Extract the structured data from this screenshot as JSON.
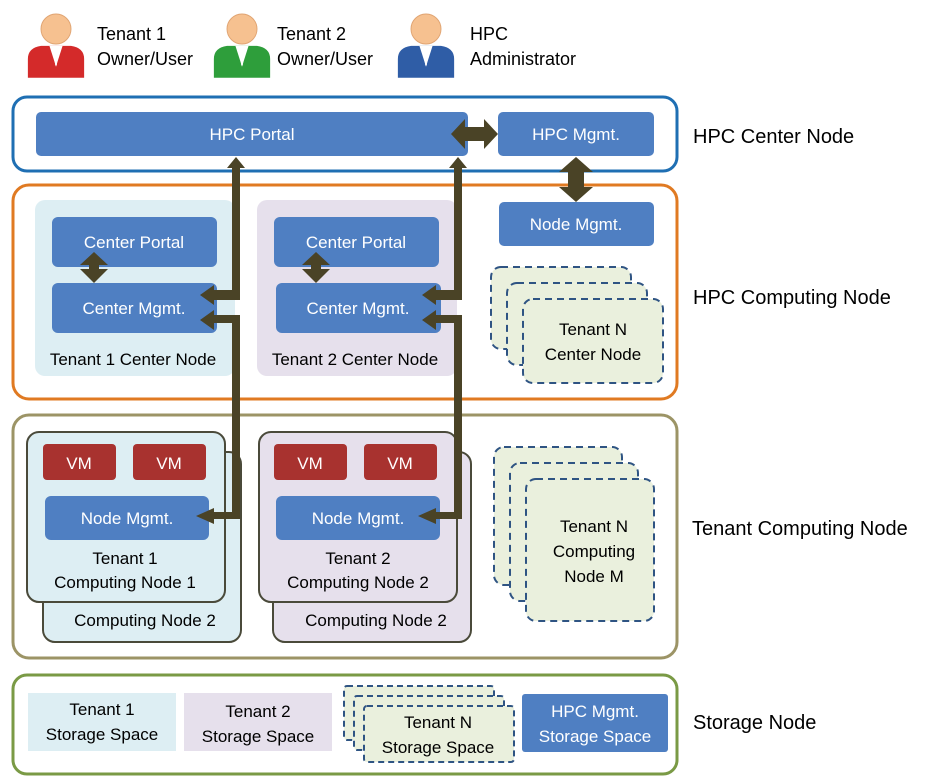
{
  "actors": [
    {
      "line1": "Tenant 1",
      "line2": "Owner/User",
      "color": "#d42a2a"
    },
    {
      "line1": "Tenant 2",
      "line2": "Owner/User",
      "color": "#2e9e3b"
    },
    {
      "line1": "HPC",
      "line2": "Administrator",
      "color": "#2f5da6"
    }
  ],
  "layers": {
    "center": "HPC Center Node",
    "computing": "HPC Computing Node",
    "tenant": "Tenant Computing Node",
    "storage": "Storage Node"
  },
  "center_node": {
    "portal": "HPC Portal",
    "mgmt": "HPC Mgmt."
  },
  "computing_node": {
    "node_mgmt": "Node Mgmt.",
    "tenant1": {
      "portal": "Center Portal",
      "mgmt": "Center Mgmt.",
      "label": "Tenant 1 Center Node"
    },
    "tenant2": {
      "portal": "Center Portal",
      "mgmt": "Center Mgmt.",
      "label": "Tenant 2 Center Node"
    },
    "tenantN": {
      "line1": "Tenant N",
      "line2": "Center Node"
    }
  },
  "tenant_computing": {
    "vm": "VM",
    "node_mgmt": "Node Mgmt.",
    "tenant1": {
      "line1": "Tenant 1",
      "line2": "Computing Node 1",
      "back": "Computing Node 2"
    },
    "tenant2": {
      "line1": "Tenant 2",
      "line2": "Computing Node 2",
      "back": "Computing Node 2"
    },
    "tenantN": {
      "line1": "Tenant N",
      "line2": "Computing",
      "line3": "Node M"
    }
  },
  "storage": {
    "t1": {
      "line1": "Tenant 1",
      "line2": "Storage Space"
    },
    "t2": {
      "line1": "Tenant 2",
      "line2": "Storage Space"
    },
    "tn": {
      "line1": "Tenant N",
      "line2": "Storage Space"
    },
    "hpc": {
      "line1": "HPC Mgmt.",
      "line2": "Storage Space"
    }
  },
  "colors": {
    "blue_box": "#4f7fc2",
    "vm_red": "#a8322f",
    "arrow": "#4a4326",
    "center_border": "#1f6fb3",
    "computing_border": "#e07a22",
    "tenant_border": "#9c9466",
    "storage_border": "#7a9a45",
    "tenant1_fill": "#ddeef3",
    "tenant2_fill": "#e6e0ec",
    "tenantN_fill": "#eaf0dd"
  }
}
